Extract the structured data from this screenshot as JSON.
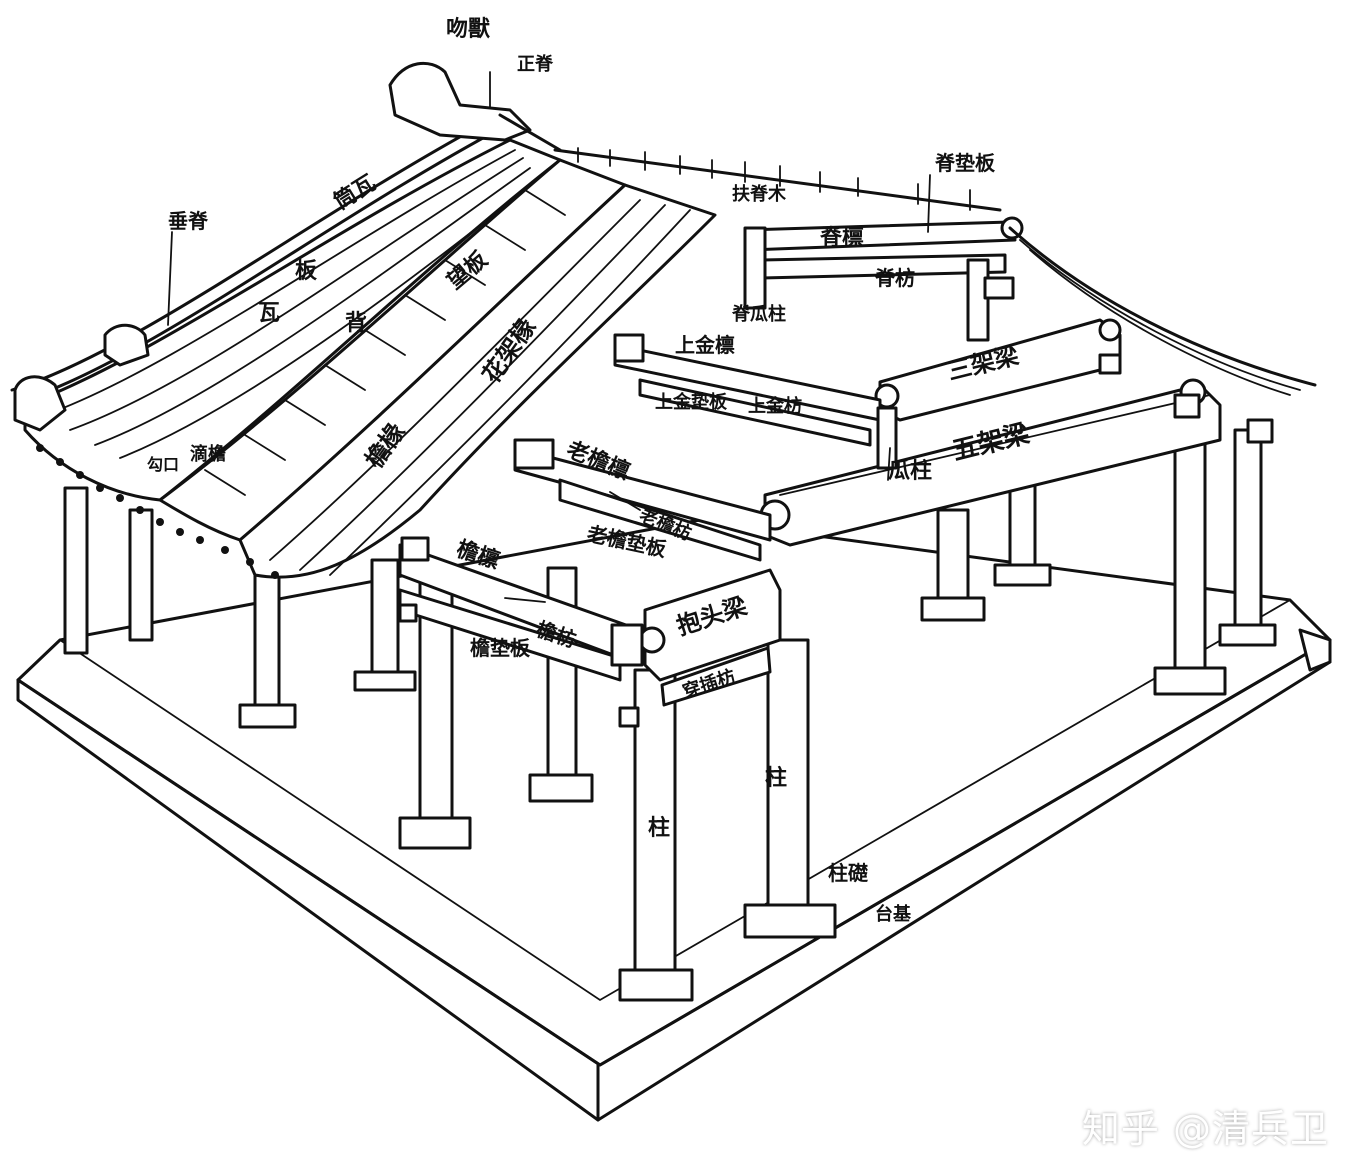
{
  "labels": {
    "wenshou": "吻獸",
    "zhengji": "正脊",
    "chuiji": "垂脊",
    "beidianban": "脊垫板",
    "fujimu": "扶脊木",
    "jilin": "脊檩",
    "jifang": "脊枋",
    "jiguazhu": "脊瓜柱",
    "tongwa": "筒瓦",
    "wa": "瓦",
    "ban": "板",
    "bei": "背",
    "wangban": "望板",
    "huajiachuan": "花架椽",
    "yanchuan": "檐椽",
    "goutou": "勾口",
    "dishui": "滴檐",
    "shangjinlin": "上金檩",
    "shangjindianban": "上金垫板",
    "shangjinfang": "上金枋",
    "sanjialiang": "三架梁",
    "wujialiang": "五架梁",
    "guazhu": "瓜柱",
    "laoyanlin": "老檐檩",
    "laoyanfang": "老檐枋",
    "laoyandianban": "老檐垫板",
    "yanlin": "檐檩",
    "yanfang": "檐枋",
    "yandianban": "檐垫板",
    "baotouliang": "抱头梁",
    "chuanchafang": "穿插枋",
    "zhu1": "柱",
    "zhu2": "柱",
    "zhuchu": "柱礎",
    "taiji": "台基"
  },
  "watermark": "知乎 @清兵卫"
}
